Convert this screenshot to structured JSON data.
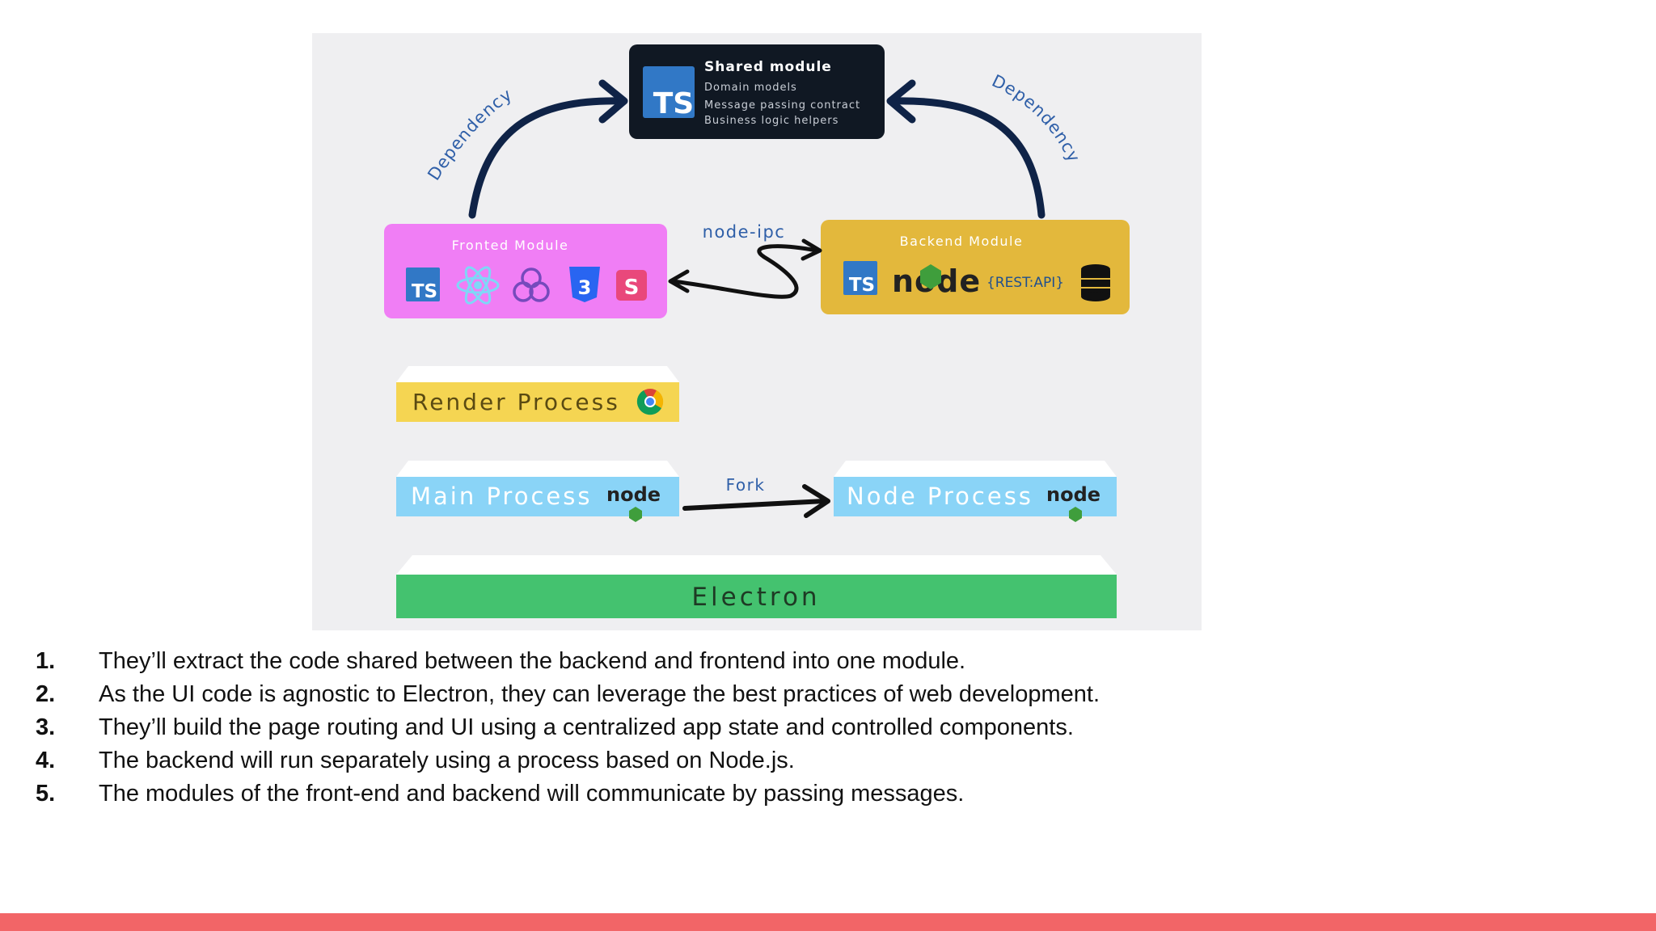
{
  "diagram": {
    "shared": {
      "title": "Shared module",
      "lines": [
        "Domain models",
        "Message passing contract",
        "Business logic helpers"
      ],
      "logo_text": "TS"
    },
    "dependency_left": "Dependency",
    "dependency_right": "Dependency",
    "frontend": {
      "title": "Fronted Module",
      "icons": [
        "typescript-icon",
        "react-icon",
        "redux-icon",
        "css3-icon",
        "styled-components-icon"
      ],
      "ts_text": "TS",
      "css_text": "3",
      "s_text": "S"
    },
    "ipc_label": "node-ipc",
    "backend": {
      "title": "Backend Module",
      "ts_text": "TS",
      "node_text": "node",
      "rest_text": "{REST:API}",
      "icons": [
        "typescript-icon",
        "node-icon",
        "rest-api-icon",
        "database-icon"
      ]
    },
    "render_process": {
      "label": "Render Process",
      "icon": "chrome-icon"
    },
    "main_process": {
      "label": "Main Process",
      "icon": "nodejs-icon",
      "logo_text": "node"
    },
    "fork_label": "Fork",
    "node_process": {
      "label": "Node Process",
      "icon": "nodejs-icon",
      "logo_text": "node"
    },
    "electron": {
      "label": "Electron"
    },
    "colors": {
      "panel": "#efeff1",
      "shared_bg": "#101823",
      "frontend_bg": "#f07ef5",
      "backend_bg": "#e3b83c",
      "render_bg": "#f5d552",
      "process_bg": "#8ad4f7",
      "electron_bg": "#44c26f",
      "arrow": "#0f2347",
      "label_blue": "#2f5fa8",
      "accent_bar": "#f26567"
    }
  },
  "list": [
    {
      "num": "1.",
      "text": "They’ll extract the code shared between the backend and frontend into one module."
    },
    {
      "num": "2.",
      "text": "As the UI code is agnostic to Electron, they can leverage the best practices of web development."
    },
    {
      "num": "3.",
      "text": "They’ll build the page routing and UI using a centralized app state and controlled components."
    },
    {
      "num": "4.",
      "text": "The backend will run separately using a process based on Node.js."
    },
    {
      "num": "5.",
      "text": "The modules of the front-end and backend will communicate by passing messages."
    }
  ]
}
